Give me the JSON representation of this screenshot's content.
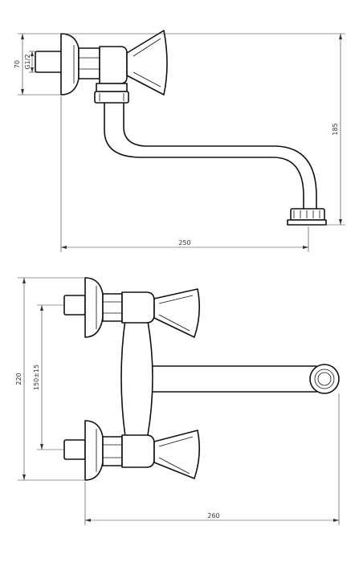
{
  "top_view": {
    "dims": {
      "height_small": "70",
      "thread": "G1/2",
      "height": "185",
      "reach": "250"
    }
  },
  "front_view": {
    "dims": {
      "total_height": "220",
      "spacing": "150±15",
      "reach": "260"
    }
  }
}
